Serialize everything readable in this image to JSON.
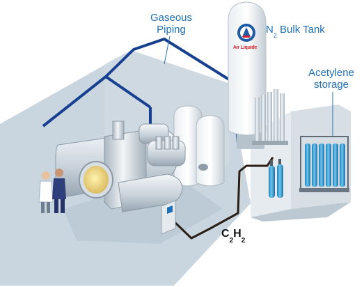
{
  "labels": {
    "gaseous_line1": "Gaseous",
    "gaseous_line2": "Piping",
    "n2_main": "N",
    "n2_sub": "2",
    "n2_rest": " Bulk Tank",
    "acetylene_line1": "Acetylene",
    "acetylene_line2": "storage",
    "c2h2_c": "C",
    "c2h2_sub1": "2",
    "c2h2_h": "H",
    "c2h2_sub2": "2"
  },
  "logo": {
    "text": "Air Liquide",
    "icon": "air-liquide-logo-icon"
  },
  "colors": {
    "floor": "#c9d6df",
    "wall": "#dbe4ea",
    "gas_pipe": "#163f8f",
    "acetylene_pipe": "#2b1e16",
    "label_blue": "#1f6fb5",
    "logo_blue": "#1f5aa6",
    "logo_red": "#d81e2c",
    "cylinder_blue": "#2f9fd6"
  }
}
